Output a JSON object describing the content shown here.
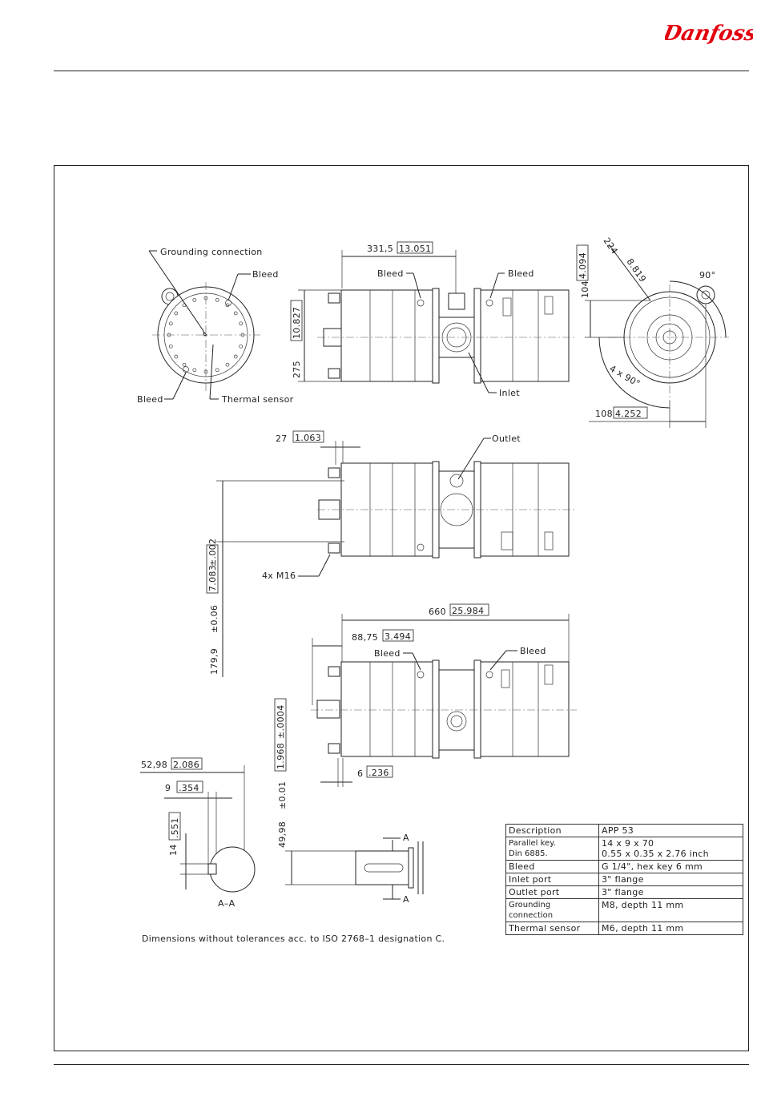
{
  "brand": {
    "name": "Danfoss",
    "color": "#e2000f"
  },
  "drawing": {
    "end_view": {
      "grounding_label": "Grounding connection",
      "bleed_top": "Bleed",
      "bleed_bottom": "Bleed",
      "thermal_label": "Thermal sensor"
    },
    "top_view": {
      "dim_331": "331,5",
      "dim_331_in": "13.051",
      "dim_275": "275",
      "dim_275_in": "10.827",
      "bleed_left": "Bleed",
      "bleed_right": "Bleed",
      "inlet": "Inlet"
    },
    "flange_view": {
      "dim_104": "104",
      "dim_104_in": "4.094",
      "dim_224": "224",
      "dim_224_in": "8.819",
      "angle_90": "90°",
      "angle_4x90": "4 x 90°",
      "dim_108": "108",
      "dim_108_in": "4.252"
    },
    "middle_view": {
      "dim_27": "27",
      "dim_27_in": "1.063",
      "outlet": "Outlet",
      "bolts": "4x M16",
      "dim_179": "179,9",
      "dim_179_tol": "±0.06",
      "dim_179_in": "7.083",
      "dim_179_in_tol": "±.002"
    },
    "bottom_view": {
      "dim_660": "660",
      "dim_660_in": "25.984",
      "dim_88": "88,75",
      "dim_88_in": "3.494",
      "bleed_left": "Bleed",
      "bleed_right": "Bleed",
      "dim_6": "6",
      "dim_6_in": ".236"
    },
    "shaft": {
      "dim_52": "52,98",
      "dim_52_in": "2.086",
      "dim_9": "9",
      "dim_9_in": ".354",
      "dim_14": "14",
      "dim_14_in": ".551",
      "section_label": "A–A",
      "dim_49": "49,98",
      "dim_49_tol": "±0.01",
      "dim_49_in": "1.968",
      "dim_49_in_tol": "±.0004",
      "section_mark": "A"
    },
    "note": "Dimensions without tolerances acc. to ISO 2768–1 designation C."
  },
  "spec_table": {
    "rows": [
      {
        "label": "Description",
        "value": "APP 53"
      },
      {
        "label": "Parallel key.\nDin 6885.",
        "value": "14 x 9 x 70\n0.55 x 0.35 x 2.76 inch"
      },
      {
        "label": "Bleed",
        "value": "G 1/4\", hex key 6 mm"
      },
      {
        "label": "Inlet port",
        "value": "3\" flange"
      },
      {
        "label": "Outlet port",
        "value": "3\" flange"
      },
      {
        "label": "Grounding connection",
        "value": "M8, depth 11 mm"
      },
      {
        "label": "Thermal sensor",
        "value": "M6, depth 11 mm"
      }
    ]
  }
}
